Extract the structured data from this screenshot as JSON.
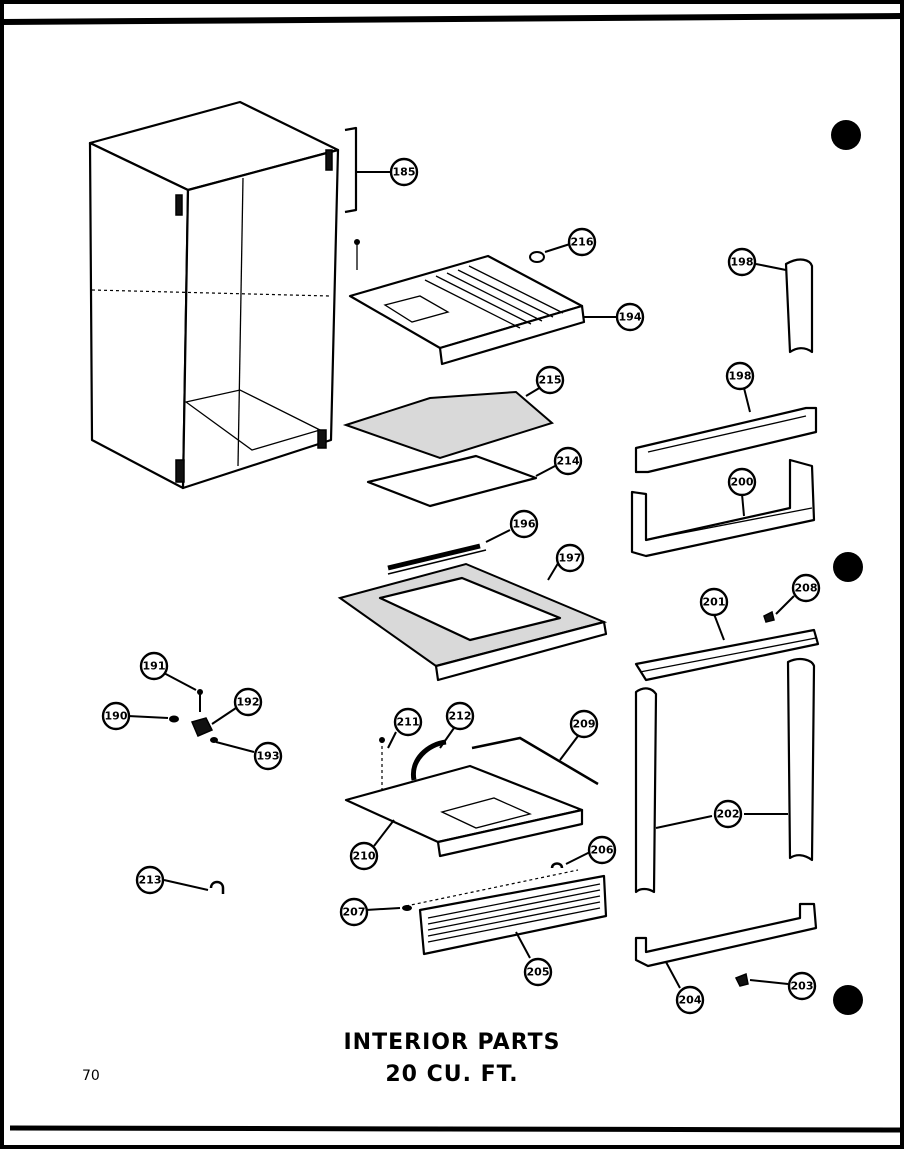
{
  "title": {
    "line1": "INTERIOR PARTS",
    "line2": "20 CU. FT."
  },
  "page_number": "70",
  "callouts": {
    "c185": "185",
    "c216": "216",
    "c194": "194",
    "c198": "198",
    "c199": "198",
    "c215": "215",
    "c214": "214",
    "c200": "200",
    "c196": "196",
    "c197": "197",
    "c201": "201",
    "c208": "208",
    "c191": "191",
    "c192": "192",
    "c190": "190",
    "c193": "193",
    "c211": "211",
    "c212": "212",
    "c209": "209",
    "c202": "202",
    "c210": "210",
    "c206": "206",
    "c213": "213",
    "c207": "207",
    "c205": "205",
    "c204": "204",
    "c203": "203"
  }
}
